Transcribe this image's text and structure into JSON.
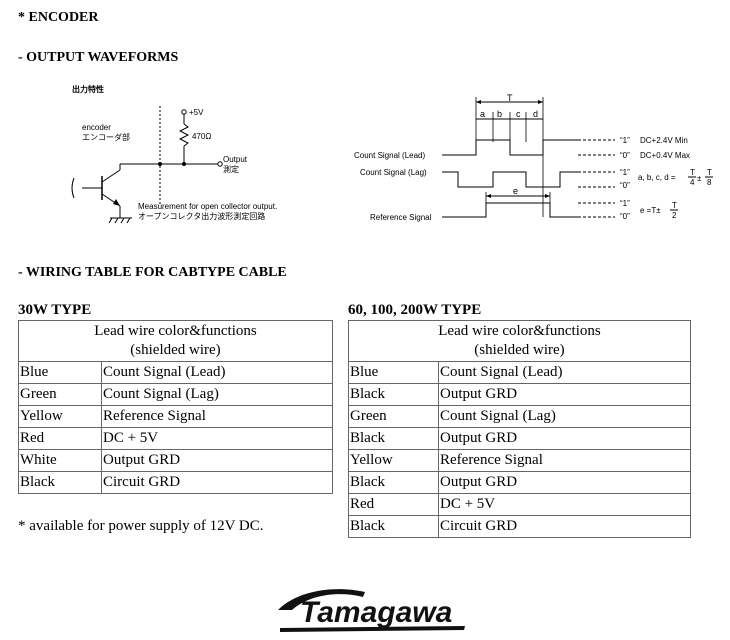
{
  "headings": {
    "encoder": "* ENCODER",
    "output_waveforms": "- OUTPUT WAVEFORMS",
    "wiring_table": "- WIRING TABLE FOR CABTYPE CABLE"
  },
  "circuit": {
    "jp_title": "出力特性",
    "encoder_label": "encoder",
    "encoder_jp": "エンコーダ部",
    "vcc": "+5V",
    "resistor": "470Ω",
    "output": "Output",
    "output_jp": "測定",
    "measurement": "Measurement for open collector output.",
    "measurement_jp": "オープンコレクタ出力波形測定回路"
  },
  "waveform": {
    "T": "T",
    "a": "a",
    "b": "b",
    "c": "c",
    "d": "d",
    "e": "e",
    "count_lead": "Count Signal (Lead)",
    "count_lag": "Count Signal (Lag)",
    "reference": "Reference Signal",
    "high": "“1”",
    "low": "“0”",
    "dc_min": "DC+2.4V Min",
    "dc_max": "DC+0.4V Max",
    "abcd_formula": "a, b, c, d =",
    "frac_T_num": "T",
    "frac_4": "4",
    "frac_8": "8",
    "frac_2": "2",
    "pm": "±",
    "e_formula": "e =T±"
  },
  "table30": {
    "title": "30W TYPE",
    "header_line1": "Lead wire color&functions",
    "header_line2": "(shielded wire)",
    "rows": [
      [
        "Blue",
        "Count Signal (Lead)"
      ],
      [
        "Green",
        "Count Signal (Lag)"
      ],
      [
        "Yellow",
        "Reference Signal"
      ],
      [
        "Red",
        "DC + 5V"
      ],
      [
        "White",
        "Output GRD"
      ],
      [
        "Black",
        "Circuit GRD"
      ]
    ]
  },
  "table200": {
    "title": "60, 100, 200W TYPE",
    "header_line1": "Lead wire color&functions",
    "header_line2": "(shielded wire)",
    "rows": [
      [
        "Blue",
        "Count Signal (Lead)"
      ],
      [
        "Black",
        "Output GRD"
      ],
      [
        "Green",
        "Count Signal (Lag)"
      ],
      [
        "Black",
        "Output GRD"
      ],
      [
        "Yellow",
        "Reference Signal"
      ],
      [
        "Black",
        "Output GRD"
      ],
      [
        "Red",
        "DC + 5V"
      ],
      [
        "Black",
        "Circuit GRD"
      ]
    ]
  },
  "note": "* available for power supply of 12V DC.",
  "logo": "Tamagawa"
}
